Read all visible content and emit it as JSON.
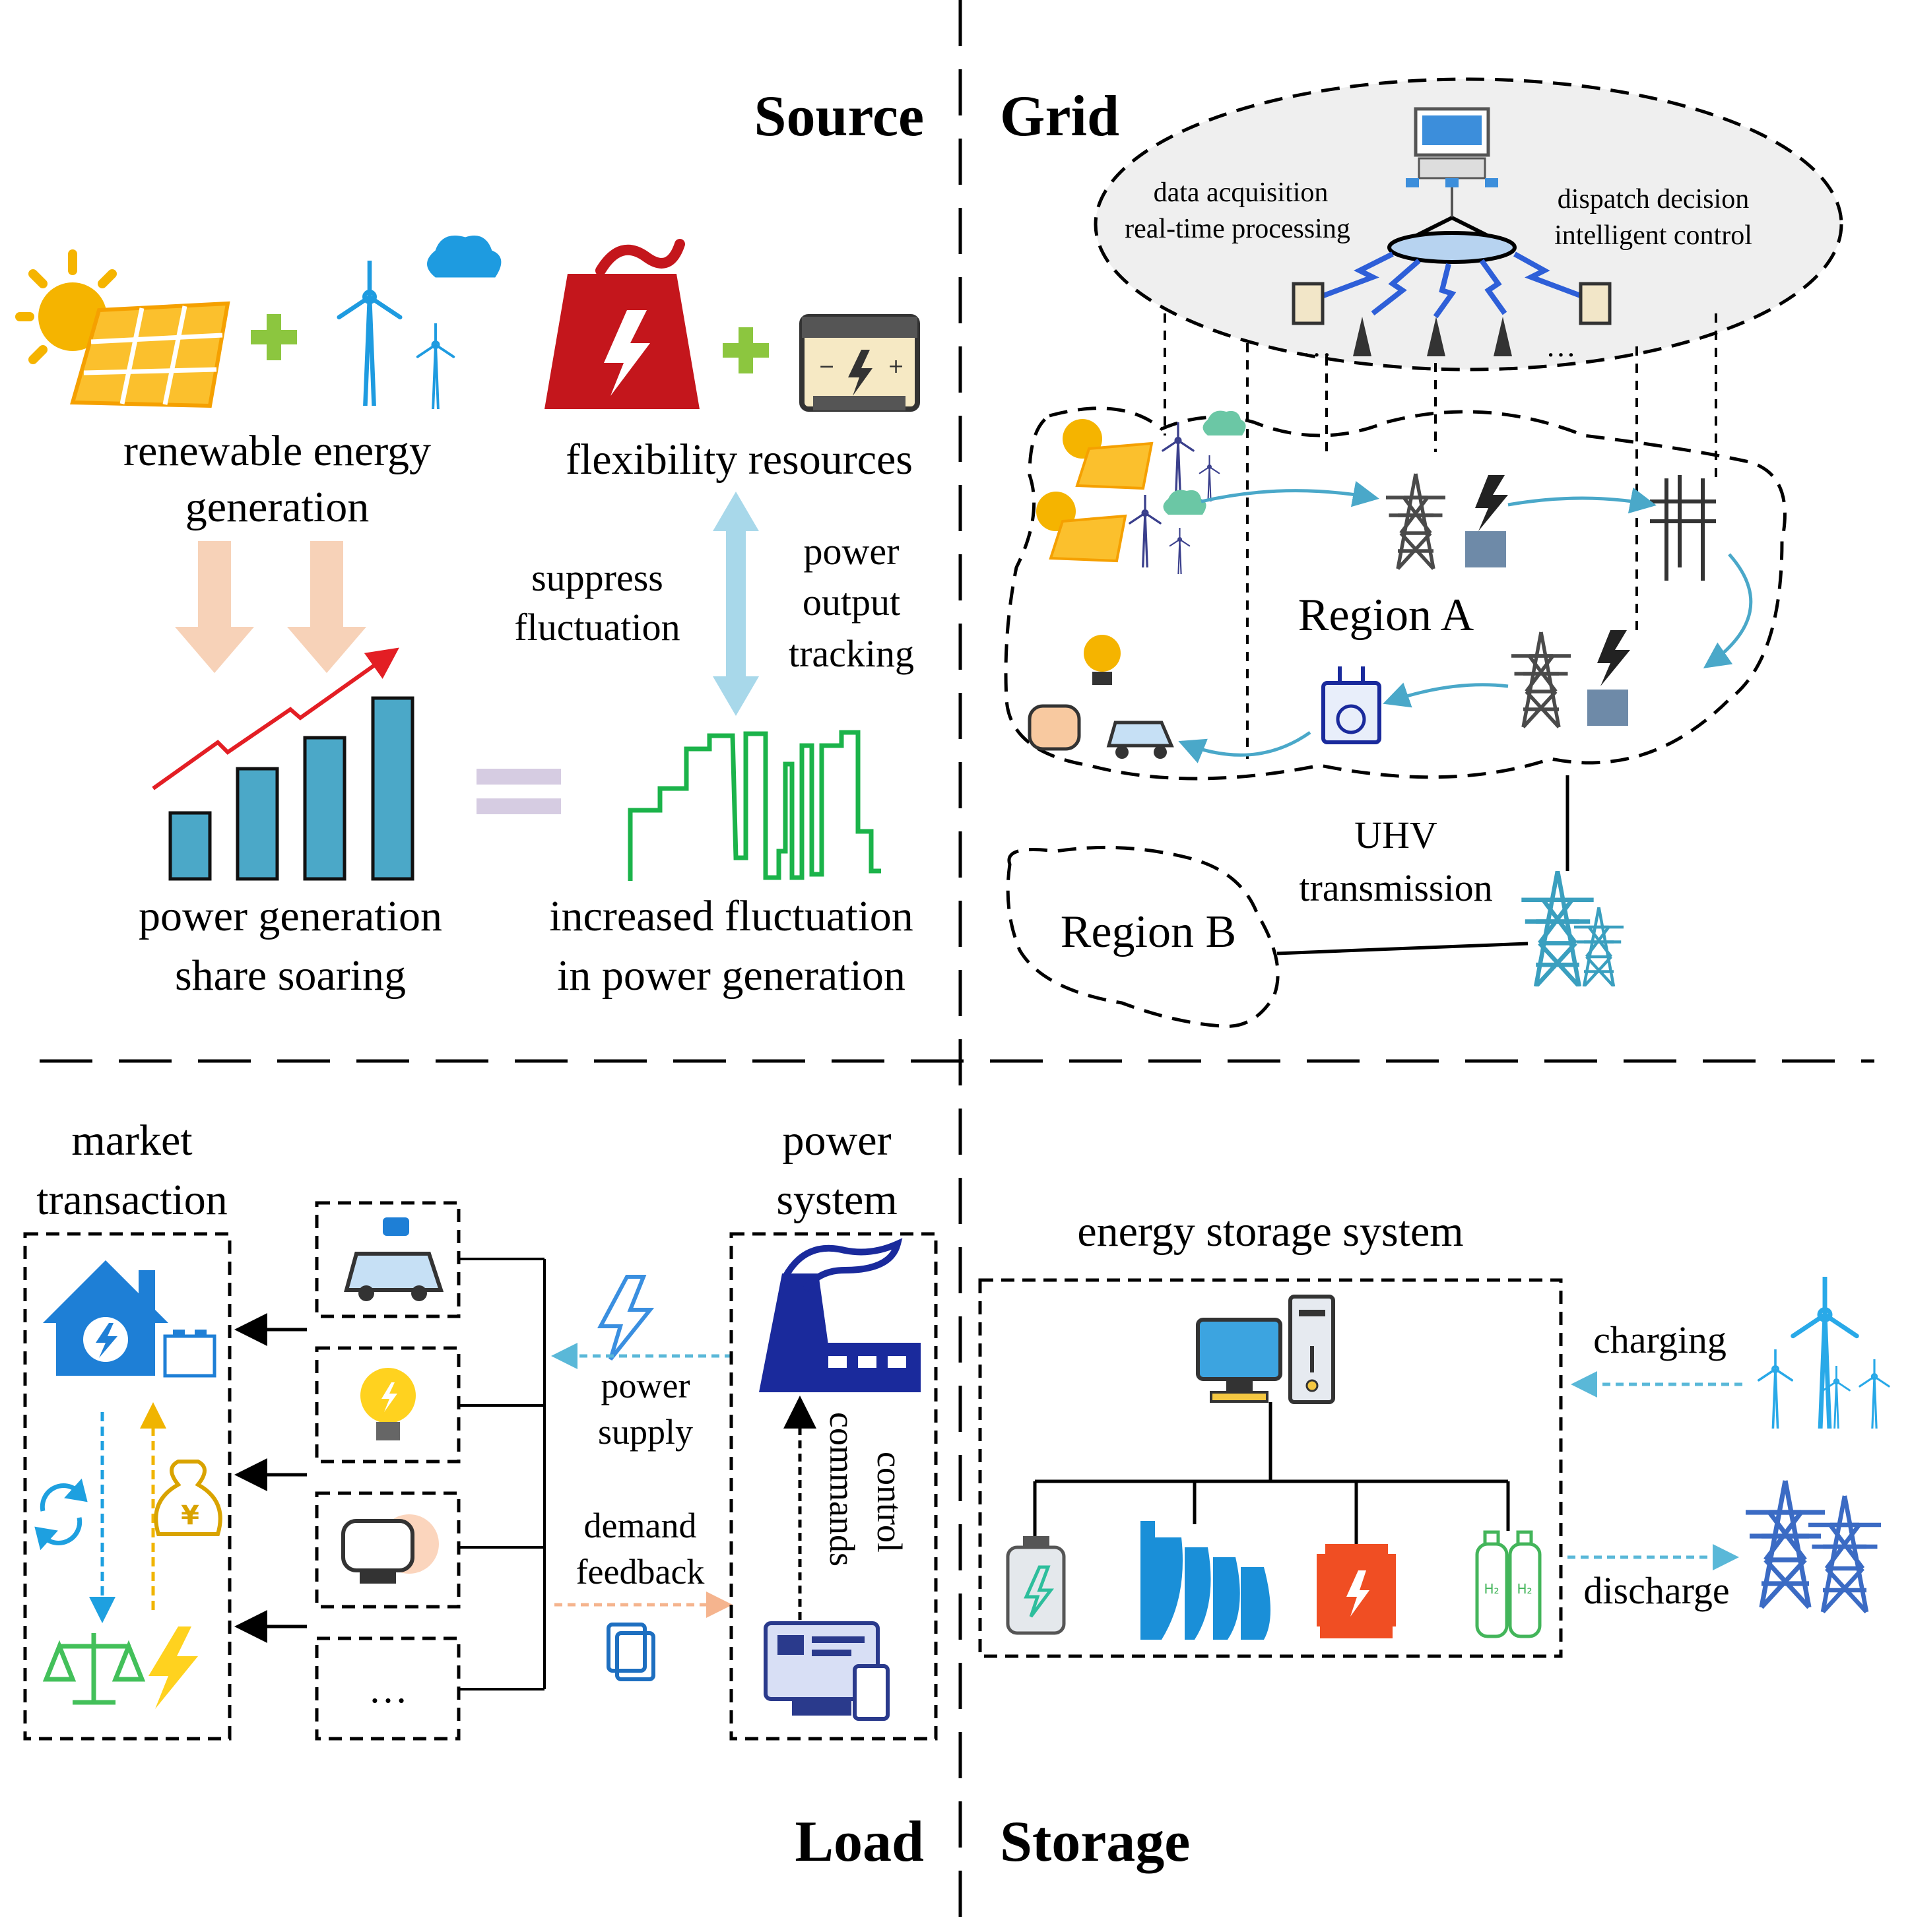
{
  "quadrants": {
    "source": "Source",
    "grid": "Grid",
    "load": "Load",
    "storage": "Storage"
  },
  "source": {
    "renewable": [
      "renewable energy",
      "generation"
    ],
    "flexibility": "flexibility resources",
    "share": [
      "power generation",
      "share soaring"
    ],
    "fluctuation": [
      "increased fluctuation",
      "in power generation"
    ],
    "suppress": [
      "suppress",
      "fluctuation"
    ],
    "tracking": [
      "power",
      "output",
      "tracking"
    ]
  },
  "grid": {
    "left_note": [
      "data acquisition",
      "real-time processing"
    ],
    "right_note": [
      "dispatch decision",
      "intelligent control"
    ],
    "region_a": "Region A",
    "region_b": "Region B",
    "uhv": [
      "UHV",
      "transmission"
    ],
    "ellipsis": "…"
  },
  "load": {
    "market": [
      "market",
      "transaction"
    ],
    "power_system": [
      "power",
      "system"
    ],
    "power_supply": [
      "power",
      "supply"
    ],
    "demand_feedback": [
      "demand",
      "feedback"
    ],
    "control_commands": [
      "control",
      "commands"
    ],
    "more": "…",
    "yen": "¥"
  },
  "storage": {
    "title": "energy storage system",
    "charging": "charging",
    "discharge": "discharge",
    "h2": "H₂"
  },
  "colors": {
    "sun": "#F5B400",
    "wind": "#1E9BE0",
    "factory_red": "#C4161C",
    "plus_green": "#8CC63F",
    "bar_blue": "#4BA8C8",
    "trend_red": "#E31E24",
    "fluct_green": "#1BB34A",
    "arrow_peach": "#F7D2B8",
    "arrow_lightblue": "#A8D8EA",
    "tower_gray": "#4A4A4A",
    "uhv_teal": "#3A9FBF",
    "navy": "#1A2A9C",
    "hydro_blue": "#1A8FD8",
    "orange_red": "#F04E23",
    "h2_green": "#43B55A",
    "house_blue": "#1E7FD6"
  }
}
